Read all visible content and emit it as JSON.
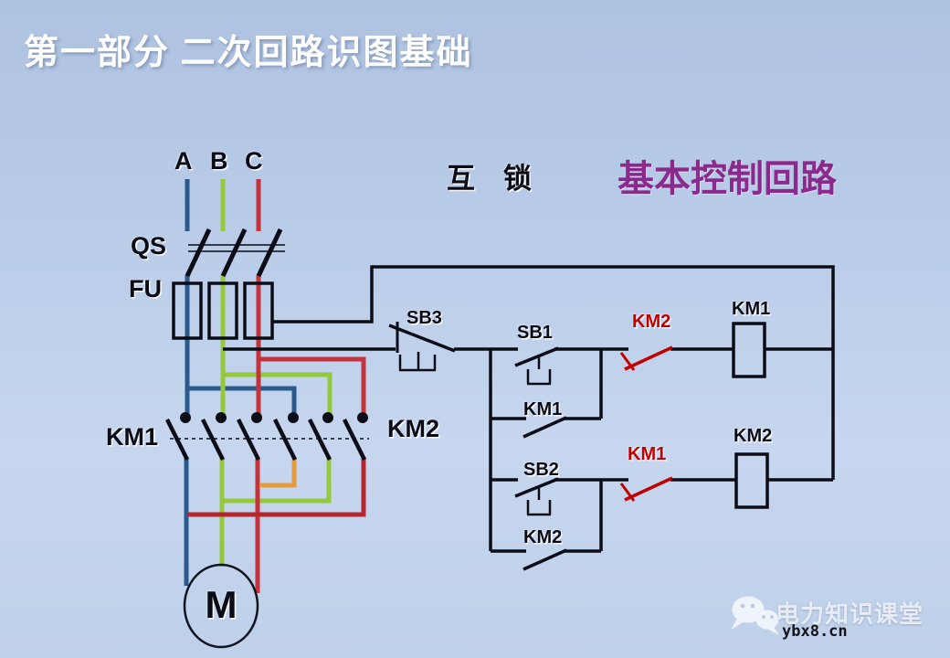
{
  "slide": {
    "title": "第一部分 二次回路识图基础",
    "interlock_label": "互　锁",
    "heading": "基本控制回路"
  },
  "colors": {
    "background_top": "#AEC2E1",
    "background_bottom": "#BFD0EA",
    "phase_a": "#2A5A8C",
    "phase_b": "#94C83D",
    "phase_c": "#C4333C",
    "phase_c_dark": "#B5262E",
    "swap_wire_orange": "#E59A3C",
    "circuit_black": "#0B0C16",
    "nc_contact_red": "#C00000",
    "heading_purple": "#8B2A8C",
    "title_white": "#FFFFFF"
  },
  "main_circuit": {
    "phase_labels": {
      "a": "A",
      "b": "B",
      "c": "C"
    },
    "disconnector_label": "QS",
    "fuse_label": "FU",
    "km1_label": "KM1",
    "km2_label": "KM2",
    "motor_label": "M"
  },
  "control_circuit": {
    "sb3_label": "SB3",
    "sb1_label": "SB1",
    "km2_interlock_label": "KM2",
    "km1_coil_label": "KM1",
    "km1_holding_label": "KM1",
    "sb2_label": "SB2",
    "km1_interlock_label": "KM1",
    "km2_coil_label": "KM2",
    "km2_holding_label": "KM2"
  },
  "watermark": {
    "channel_name": "电力知识课堂",
    "website": "ybx8.cn"
  }
}
